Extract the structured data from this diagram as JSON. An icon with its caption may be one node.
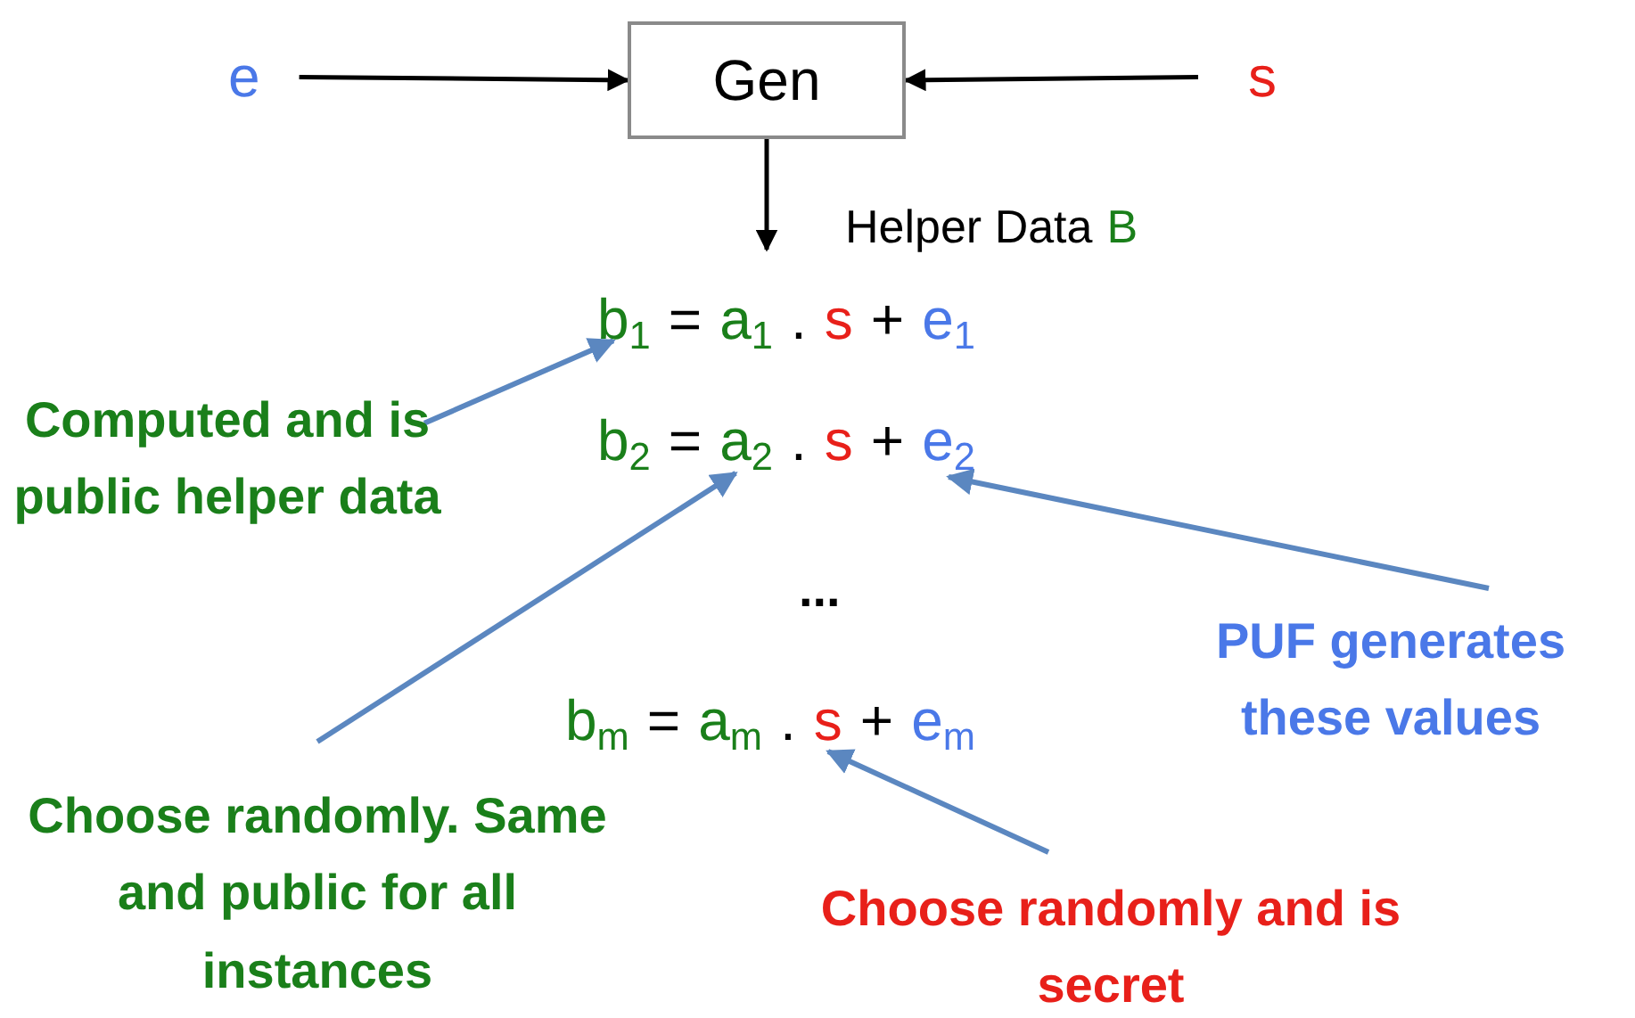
{
  "diagram": {
    "nodes": [
      {
        "text": [
          "e"
        ]
      },
      {
        "text": [
          "Gen"
        ]
      },
      {
        "text": [
          "s"
        ]
      },
      {
        "text": [
          "Helper Data",
          "B"
        ]
      },
      {
        "text": [
          "b$_{1}$",
          "=",
          "a$_{1}$",
          ".",
          "s",
          "+",
          "e$_{1}$"
        ]
      },
      {
        "text": [
          "b$_{2}$",
          "=",
          "a$_{2}$",
          ".",
          "s",
          "+",
          "e$_{2}$"
        ]
      },
      {
        "text": [
          "b$_{m}$",
          "=",
          "a$_{m}$",
          ".",
          "s",
          "+",
          "e$_{m}$"
        ]
      },
      {
        "text": [
          "Computed and is public helper data"
        ]
      },
      {
        "text": [
          "Choose randomly. Same and public for all instances"
        ]
      },
      {
        "text": [
          "PUF generates these values"
        ]
      },
      {
        "text": [
          "Choose randomly and is secret"
        ]
      }
    ],
    "edges": [
      {
        "from": 0,
        "to": 1,
        "arrow": "to",
        "color": "#000000"
      },
      {
        "from": 2,
        "to": 1,
        "arrow": "to",
        "color": "#000000"
      },
      {
        "from": 1,
        "to": 4,
        "arrow": "to",
        "color": "#000000"
      },
      {
        "from": 7,
        "to": 4,
        "arrow": "to"
      },
      {
        "from": 8,
        "to": 5,
        "arrow": "to"
      },
      {
        "from": 9,
        "to": 5,
        "arrow": "to"
      },
      {
        "from": 10,
        "to": 6,
        "arrow": "to"
      }
    ],
    "labels": [
      "..."
    ]
  }
}
